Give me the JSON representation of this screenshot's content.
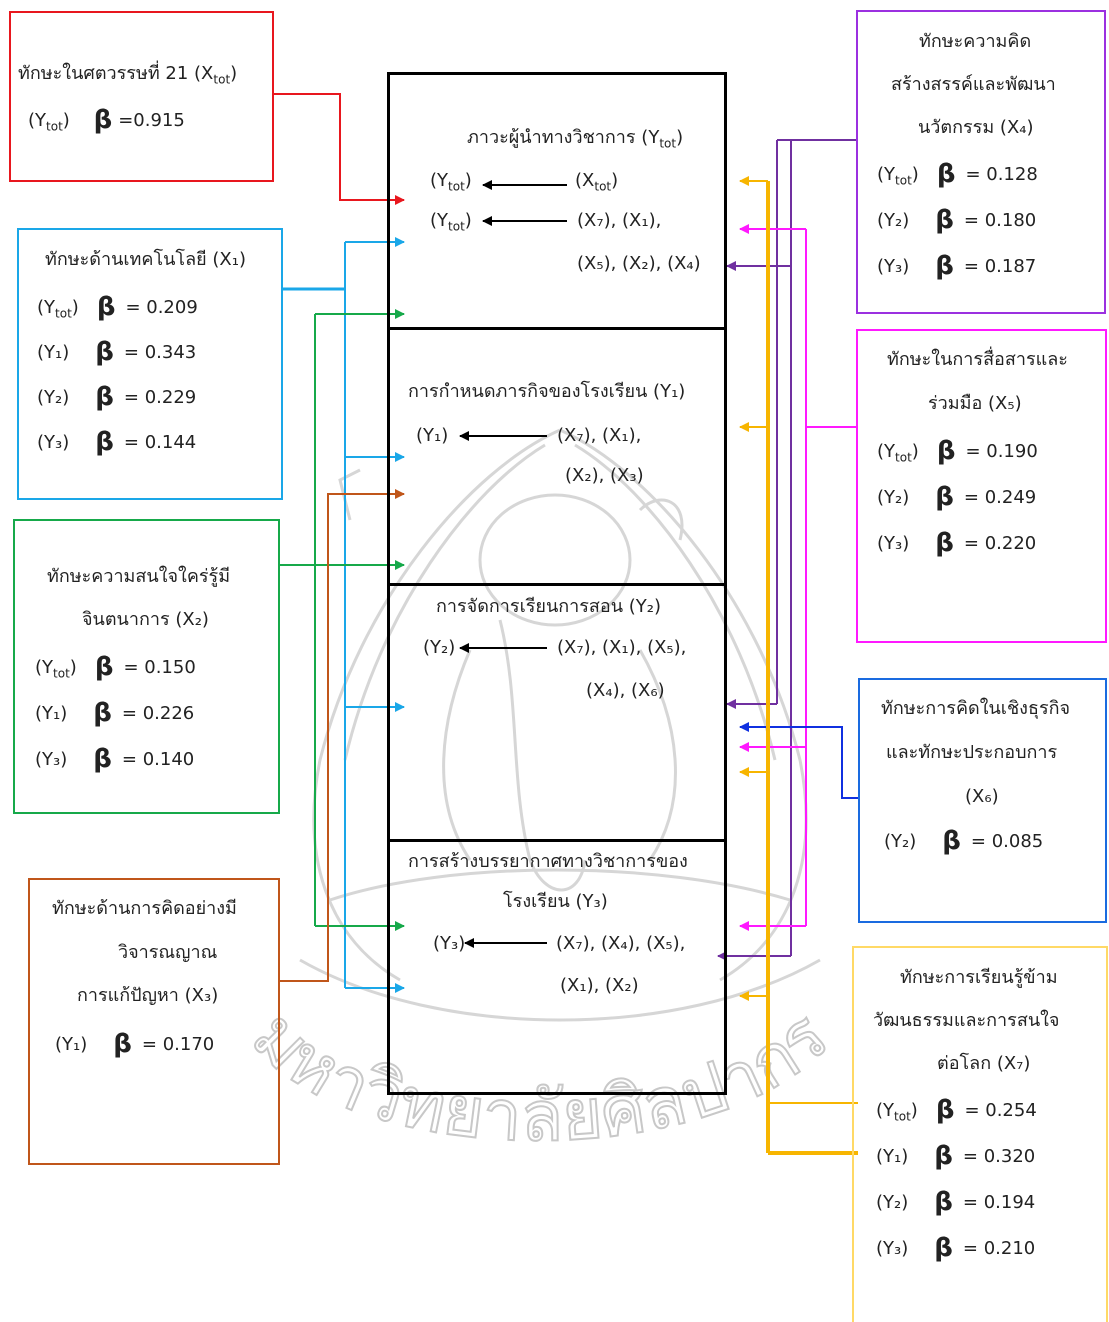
{
  "colors": {
    "red": "#e8171e",
    "cyan": "#1aa7e8",
    "green": "#16a94a",
    "brown": "#c0561a",
    "purple": "#7030a0",
    "magenta": "#ff19ff",
    "blue": "#1030e0",
    "orange": "#f7b500",
    "yellow_border": "#ffd966",
    "black": "#000000"
  },
  "watermark": {
    "description": "Ganesha seal of Silpakorn University",
    "text": "ศิลปากร",
    "arc_text": "มหาวิทยาลัยศิลปากร"
  },
  "sym": {
    "beta": "β"
  },
  "center": {
    "ytot": {
      "title": "ภาวะผู้นำทางวิชาการ (Y",
      "title_sub": "tot",
      "title_end": ")",
      "row1_left": "(Y",
      "row1_left_sub": "tot",
      "row1_left_end": ")",
      "row1_right": "(X",
      "row1_right_sub": "tot",
      "row1_right_end": ")",
      "row2_left": "(Y",
      "row2_left_sub": "tot",
      "row2_left_end": ")",
      "row2_right": "(X₇), (X₁),",
      "row3": "(X₅), (X₂), (X₄)"
    },
    "y1": {
      "title": "การกำหนดภารกิจของโรงเรียน (Y₁)",
      "left": "(Y₁)",
      "right": "(X₇), (X₁),",
      "right2": "(X₂), (X₃)"
    },
    "y2": {
      "title": "การจัดการเรียนการสอน (Y₂)",
      "left": "(Y₂)",
      "right": "(X₇), (X₁), (X₅),",
      "right2": "(X₄), (X₆)"
    },
    "y3": {
      "title": "การสร้างบรรยากาศทางวิชาการของ",
      "title2": "โรงเรียน (Y₃)",
      "left": "(Y₃)",
      "right": "(X₇), (X₄), (X₅),",
      "right2": "(X₁), (X₂)"
    }
  },
  "boxes": {
    "xtot": {
      "title": "ทักษะในศตวรรษที่ 21 (X",
      "title_sub": "tot",
      "title_end": ")",
      "row_label": "(Y",
      "row_sub": "tot",
      "row_end": ")",
      "value": "=0.915"
    },
    "x1": {
      "title": "ทักษะด้านเทคโนโลยี (X₁)",
      "rows": [
        {
          "label": "(Y",
          "sub": "tot",
          "end": ")",
          "value": "= 0.209"
        },
        {
          "label": "(Y₁)",
          "sub": "",
          "end": "",
          "value": "= 0.343"
        },
        {
          "label": "(Y₂)",
          "sub": "",
          "end": "",
          "value": "= 0.229"
        },
        {
          "label": "(Y₃)",
          "sub": "",
          "end": "",
          "value": "= 0.144"
        }
      ]
    },
    "x2": {
      "title": "ทักษะความสนใจใคร่รู้มี",
      "title2": "จินตนาการ (X₂)",
      "rows": [
        {
          "label": "(Y",
          "sub": "tot",
          "end": ")",
          "value": "= 0.150"
        },
        {
          "label": "(Y₁)",
          "sub": "",
          "end": "",
          "value": "= 0.226"
        },
        {
          "label": "(Y₃)",
          "sub": "",
          "end": "",
          "value": "= 0.140"
        }
      ]
    },
    "x3": {
      "title": "ทักษะด้านการคิดอย่างมี",
      "title2": "วิจารณญาณ",
      "title3": "การแก้ปัญหา (X₃)",
      "rows": [
        {
          "label": "(Y₁)",
          "sub": "",
          "end": "",
          "value": "= 0.170"
        }
      ]
    },
    "x4": {
      "title": "ทักษะความคิด",
      "title2": "สร้างสรรค์และพัฒนา",
      "title3": "นวัตกรรม (X₄)",
      "rows": [
        {
          "label": "(Y",
          "sub": "tot",
          "end": ")",
          "value": "= 0.128"
        },
        {
          "label": "(Y₂)",
          "sub": "",
          "end": "",
          "value": "= 0.180"
        },
        {
          "label": "(Y₃)",
          "sub": "",
          "end": "",
          "value": "= 0.187"
        }
      ]
    },
    "x5": {
      "title": "ทักษะในการสื่อสารและ",
      "title2": "ร่วมมือ (X₅)",
      "rows": [
        {
          "label": "(Y",
          "sub": "tot",
          "end": ")",
          "value": "= 0.190"
        },
        {
          "label": "(Y₂)",
          "sub": "",
          "end": "",
          "value": "= 0.249"
        },
        {
          "label": "(Y₃)",
          "sub": "",
          "end": "",
          "value": "= 0.220"
        }
      ]
    },
    "x6": {
      "title": "ทักษะการคิดในเชิงธุรกิจ",
      "title2": "และทักษะประกอบการ",
      "title3": "(X₆)",
      "rows": [
        {
          "label": "(Y₂)",
          "sub": "",
          "end": "",
          "value": "= 0.085"
        }
      ]
    },
    "x7": {
      "title": "ทักษะการเรียนรู้ข้าม",
      "title2": "วัฒนธรรมและการสนใจ",
      "title3": "ต่อโลก (X₇)",
      "rows": [
        {
          "label": "(Y",
          "sub": "tot",
          "end": ")",
          "value": "= 0.254"
        },
        {
          "label": "(Y₁)",
          "sub": "",
          "end": "",
          "value": "= 0.320"
        },
        {
          "label": "(Y₂)",
          "sub": "",
          "end": "",
          "value": "= 0.194"
        },
        {
          "label": "(Y₃)",
          "sub": "",
          "end": "",
          "value": "= 0.210"
        }
      ]
    }
  }
}
